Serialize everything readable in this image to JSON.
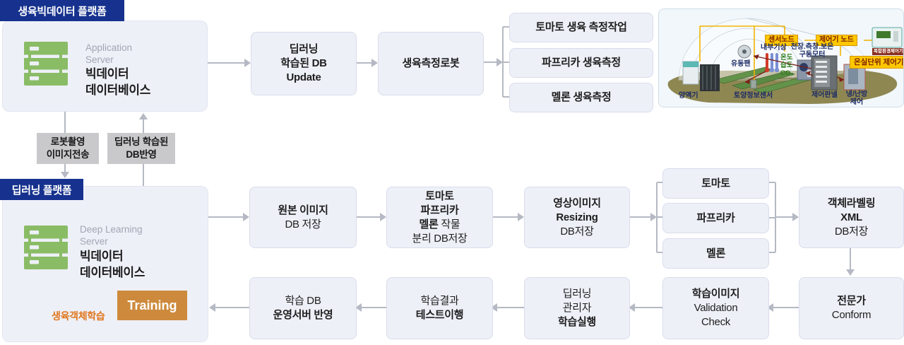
{
  "badges": {
    "bigdata": "생육빅데이터 플랫폼",
    "deeplearning": "딥러닝 플랫폼"
  },
  "servers": {
    "app": {
      "type": "Application\nServer",
      "name": "빅데이터\n데이터베이스"
    },
    "dl": {
      "type": "Deep Learning\nServer",
      "name": "빅데이터\n데이터베이스"
    }
  },
  "chips": {
    "robot_transfer": [
      [
        [
          "로봇촬영",
          1
        ]
      ],
      [
        [
          "이미지전송",
          1
        ]
      ]
    ],
    "db_reflect": [
      [
        [
          "딥러닝 학습된",
          1
        ]
      ],
      [
        [
          "DB반영",
          1
        ]
      ]
    ]
  },
  "training": {
    "label": "Training",
    "side_label": "생육객체학습"
  },
  "flow": {
    "db_update": [
      [
        [
          "딥러닝",
          1
        ]
      ],
      [
        [
          "학습된 DB",
          1
        ]
      ],
      [
        [
          "Update",
          1
        ]
      ]
    ],
    "robot": [
      [
        [
          "생육측정로봇",
          1
        ]
      ]
    ],
    "tomato_measure": [
      [
        [
          "토마토 생육 측정작업",
          1
        ]
      ]
    ],
    "paprika_measure": [
      [
        [
          "파프리카 생육측정",
          1
        ]
      ]
    ],
    "melon_measure": [
      [
        [
          "멜론 생육측정",
          1
        ]
      ]
    ],
    "original": [
      [
        [
          "원본 이미지",
          1
        ]
      ],
      [
        [
          "DB 저장",
          0
        ]
      ]
    ],
    "crop_split": [
      [
        [
          "토마토",
          1
        ]
      ],
      [
        [
          "파프리카",
          1
        ]
      ],
      [
        [
          "멜론",
          1
        ],
        [
          " 작물",
          0
        ]
      ],
      [
        [
          "분리 DB저장",
          0
        ]
      ]
    ],
    "resizing": [
      [
        [
          "영상이미지",
          1
        ]
      ],
      [
        [
          "Resizing",
          1
        ]
      ],
      [
        [
          "DB저장",
          0
        ]
      ]
    ],
    "crop_tomato": [
      [
        [
          "토마토",
          1
        ]
      ]
    ],
    "crop_paprika": [
      [
        [
          "파프리카",
          1
        ]
      ]
    ],
    "crop_melon": [
      [
        [
          "멜론",
          1
        ]
      ]
    ],
    "labeling": [
      [
        [
          "객체라벨링",
          1
        ]
      ],
      [
        [
          "XML",
          1
        ]
      ],
      [
        [
          "DB저장",
          0
        ]
      ]
    ],
    "expert": [
      [
        [
          "전문가",
          1
        ]
      ],
      [
        [
          "Conform",
          0
        ]
      ]
    ],
    "validation": [
      [
        [
          "학습이미지",
          1
        ]
      ],
      [
        [
          "Validation",
          0
        ]
      ],
      [
        [
          "Check",
          0
        ]
      ]
    ],
    "train_exec": [
      [
        [
          "딥러닝",
          0
        ]
      ],
      [
        [
          "관리자",
          0
        ]
      ],
      [
        [
          "학습실행",
          1
        ]
      ]
    ],
    "test": [
      [
        [
          "학습결과",
          0
        ]
      ],
      [
        [
          "테스트이행",
          1
        ]
      ]
    ],
    "deploy": [
      [
        [
          "학습 DB",
          0
        ]
      ],
      [
        [
          "운영서버 반영",
          1
        ]
      ]
    ]
  },
  "greenhouse": {
    "chips": {
      "sensor_node": "센서노드",
      "controller_node": "제어기 노드",
      "unit_controller": "온실단위 제어기",
      "device_tag": "복합환경제어기"
    },
    "labels": {
      "weather": "내부기상",
      "motor": "천장.측창.보온\n구동모터",
      "temp": "온도",
      "humidity": "습도",
      "co2": "CO₂",
      "fan": "유동팬",
      "nutrient": "양액기",
      "soil_sensor": "토양정보센서",
      "control_panel": "제어판넬",
      "hvac": "냉/난방\n제어"
    }
  },
  "colors": {
    "badge_navy": "#16328e",
    "box_fill": "#eef0f8",
    "arrow_gray": "#b5b9c3",
    "training_orange": "#cd8a3d",
    "server_green": "#8abc66",
    "accent_orange": "#e0761d",
    "dark_arrow": "#5a6b73",
    "chip_yellow": "#ffc800",
    "label_navy": "#1b2a66"
  }
}
